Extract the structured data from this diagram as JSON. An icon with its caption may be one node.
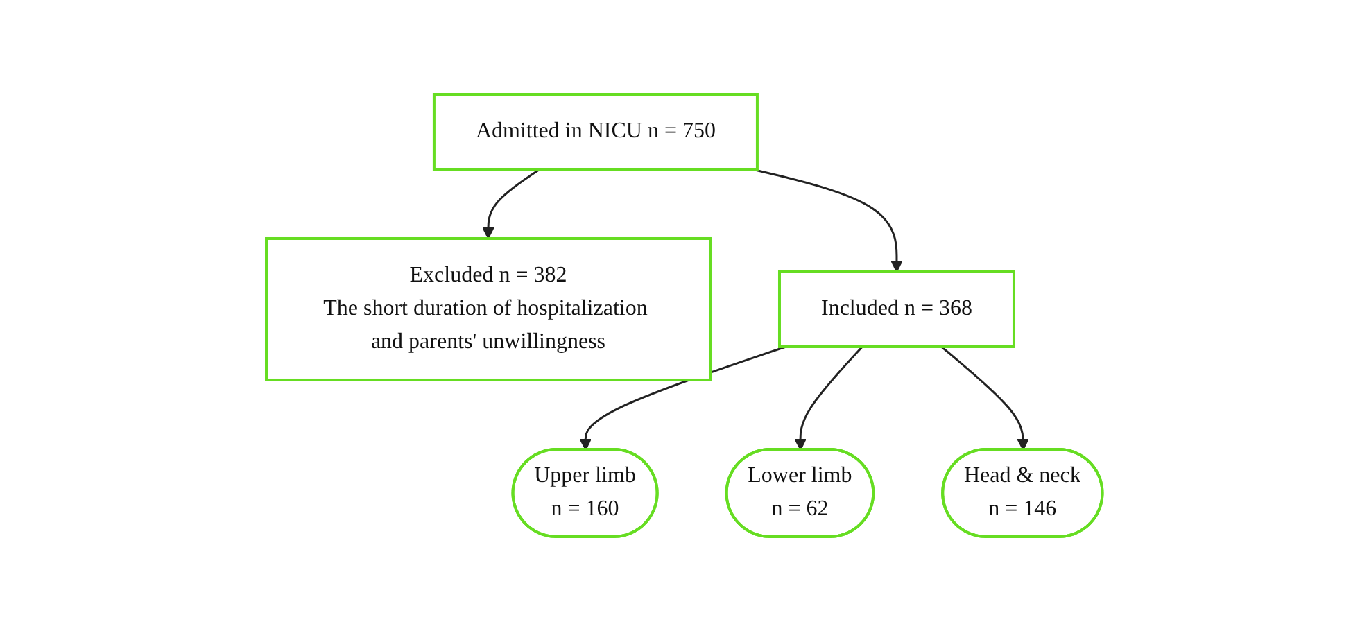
{
  "diagram": {
    "nodes": [
      {
        "text": [
          "Admitted in NICU n = 750"
        ]
      },
      {
        "text": [
          "Excluded n = 382",
          "The short duration of hospitalization and parents' unwillingness"
        ]
      },
      {
        "text": [
          "Included n = 368"
        ]
      },
      {
        "text": [
          "Upper limb",
          "n = 160"
        ]
      },
      {
        "text": [
          "Lower limb",
          "n = 62"
        ]
      },
      {
        "text": [
          "Head & neck",
          "n = 146"
        ]
      }
    ],
    "edges": [
      {
        "from": 0,
        "to": 2,
        "arrow": "to"
      },
      {
        "from": 0,
        "to": 1,
        "arrow": "to"
      },
      {
        "from": 2,
        "to": 3,
        "arrow": "to"
      },
      {
        "from": 2,
        "to": 4,
        "arrow": "to"
      },
      {
        "from": 2,
        "to": 5,
        "arrow": "to"
      }
    ]
  }
}
